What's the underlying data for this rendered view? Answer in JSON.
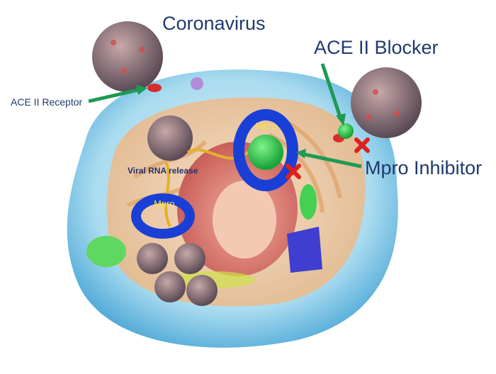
{
  "labels": {
    "coronavirus": "Coronavirus",
    "ace2_blocker": "ACE II Blocker",
    "ace2_receptor": "ACE II Receptor",
    "viral_rna_release": "Viral RNA release",
    "mpro_inhibitor": "Mpro Inhibitor",
    "mpro_upper": "Mpro",
    "mpro_lower": "Mpro"
  },
  "colors": {
    "arrow": "#1e9a55",
    "mpro_ring": "#1a3fd6",
    "inhibitor": "#22c24a",
    "block_x": "#e0201a",
    "cell": "#9fd4ec"
  }
}
